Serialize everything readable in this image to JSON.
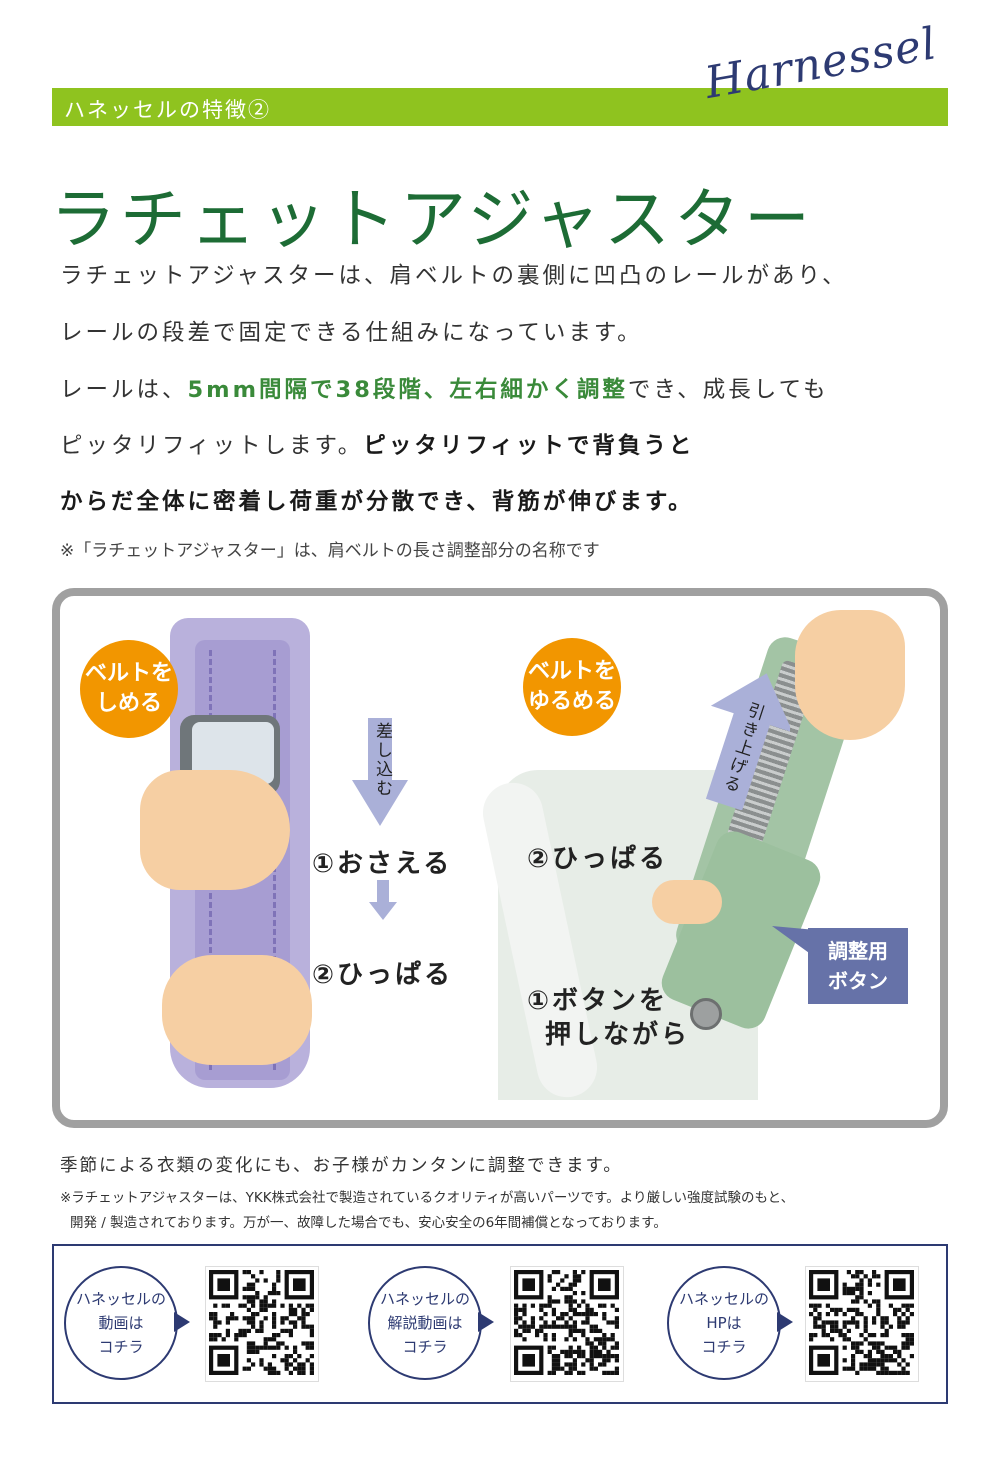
{
  "header": {
    "band_label": "ハネッセルの特徴②",
    "brand": "Harnessel"
  },
  "title": "ラチェットアジャスター",
  "body": {
    "line1": "ラチェットアジャスターは、肩ベルトの裏側に凹凸のレールがあり、",
    "line2": "レールの段差で固定できる仕組みになっています。",
    "line3_a": "レールは、",
    "line3_b": "5mm間隔で38段階、左右細かく調整",
    "line3_c": "でき、成長しても",
    "line4_a": "ピッタリフィットします。",
    "line4_b": "ピッタリフィットで背負うと",
    "line5": "からだ全体に密着し荷重が分散でき、背筋が伸びます。",
    "note": "※「ラチェットアジャスター」は、肩ベルトの長さ調整部分の名称です"
  },
  "panel": {
    "left_bubble_1": "ベルトを",
    "left_bubble_2": "しめる",
    "insert_label": "差し込む",
    "left_step1": "①おさえる",
    "left_step2": "②ひっぱる",
    "right_bubble_1": "ベルトを",
    "right_bubble_2": "ゆるめる",
    "lift_label": "引き上げる",
    "right_step2": "②ひっぱる",
    "right_step1_a": "①ボタンを",
    "right_step1_b": "押しながら",
    "tag_1": "調整用",
    "tag_2": "ボタン"
  },
  "footer": {
    "note1": "季節による衣類の変化にも、お子様がカンタンに調整できます。",
    "note2a": "※ラチェットアジャスターは、YKK株式会社で製造されているクオリティが高いパーツです。より厳しい強度試験のもと、",
    "note2b": "開発 / 製造されております。万が一、故障した場合でも、安心安全の6年間補償となっております。"
  },
  "qr_links": [
    {
      "l1": "ハネッセルの",
      "l2": "動画は",
      "l3": "コチラ"
    },
    {
      "l1": "ハネッセルの",
      "l2": "解説動画は",
      "l3": "コチラ"
    },
    {
      "l1": "ハネッセルの",
      "l2": "HPは",
      "l3": "コチラ"
    }
  ],
  "colors": {
    "band": "#8fc31f",
    "title": "#1d6c35",
    "accent_green": "#3a8a3a",
    "bubble": "#f29600",
    "navy": "#2d3a72",
    "tag": "#6672a8"
  }
}
